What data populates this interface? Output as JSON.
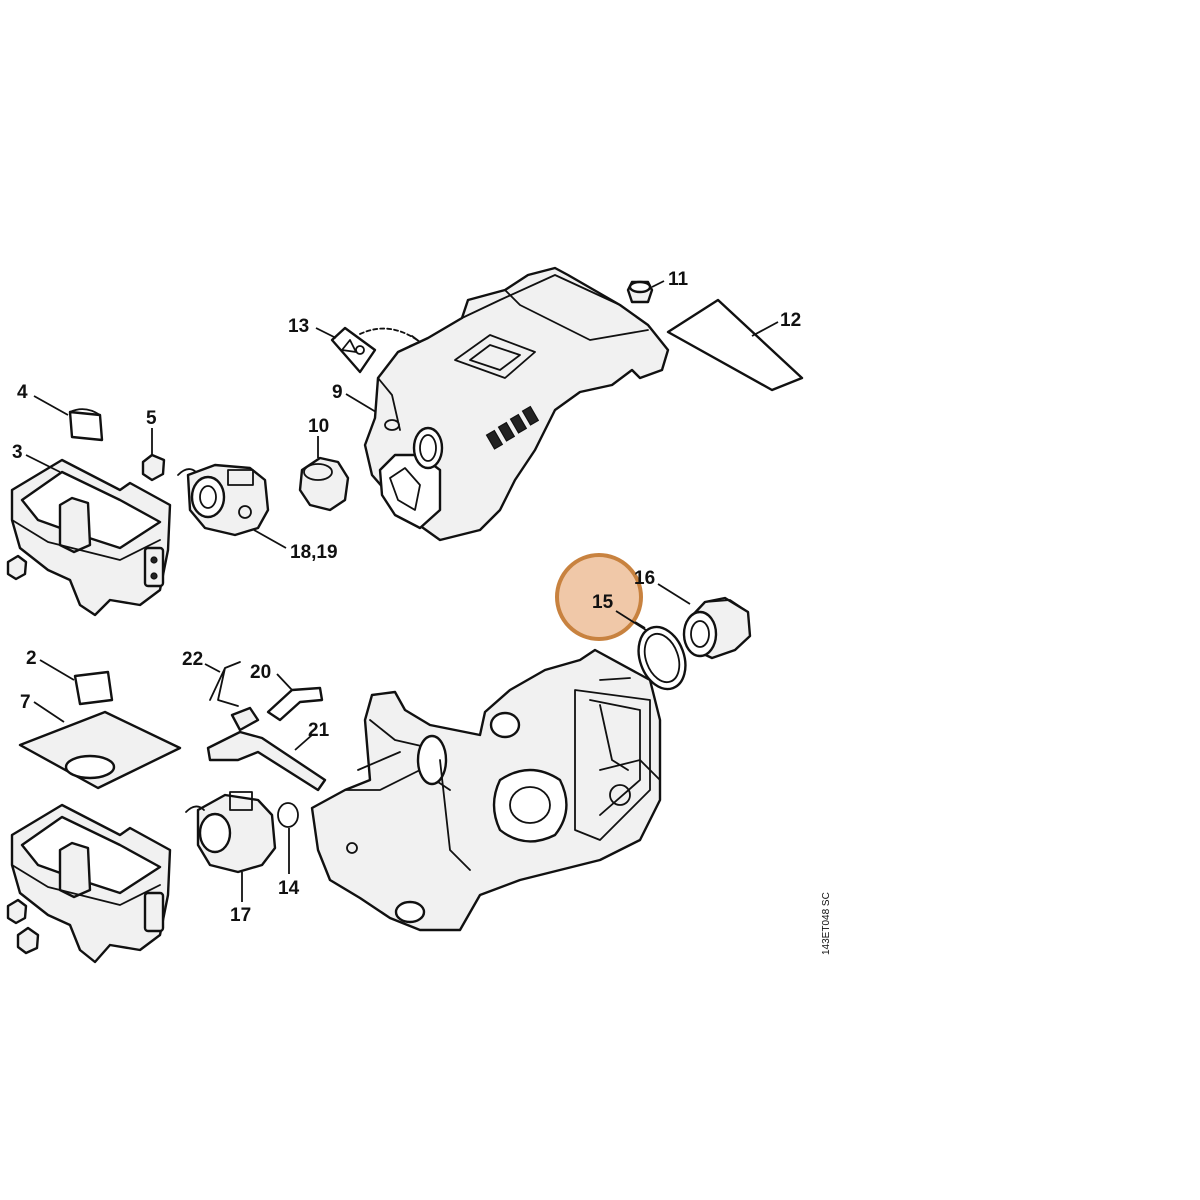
{
  "diagram": {
    "drawing_code": "143ET048 SC",
    "highlight": {
      "label": "15",
      "fill_color": "#f0c8a8",
      "stroke_color": "#c8823f"
    },
    "callouts": [
      {
        "id": "c1",
        "label": "11"
      },
      {
        "id": "c2",
        "label": "12"
      },
      {
        "id": "c3",
        "label": "13"
      },
      {
        "id": "c4",
        "label": "9"
      },
      {
        "id": "c5",
        "label": "4"
      },
      {
        "id": "c6",
        "label": "5"
      },
      {
        "id": "c7",
        "label": "10"
      },
      {
        "id": "c8",
        "label": "3"
      },
      {
        "id": "c9",
        "label": "18,19"
      },
      {
        "id": "c10",
        "label": "16"
      },
      {
        "id": "c11",
        "label": "2"
      },
      {
        "id": "c12",
        "label": "22"
      },
      {
        "id": "c13",
        "label": "20"
      },
      {
        "id": "c14",
        "label": "7"
      },
      {
        "id": "c15",
        "label": "21"
      },
      {
        "id": "c16",
        "label": "14"
      },
      {
        "id": "c17",
        "label": "17"
      }
    ]
  }
}
